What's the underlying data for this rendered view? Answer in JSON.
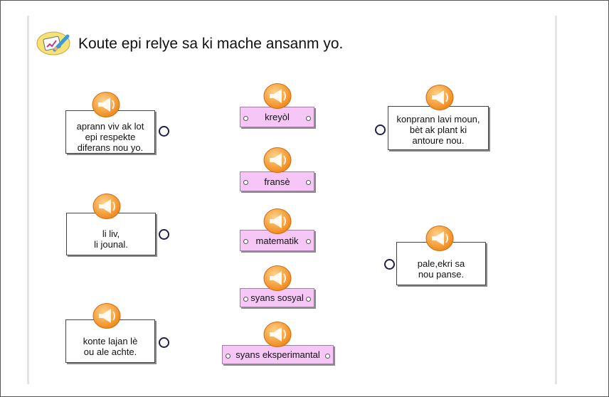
{
  "instruction": "Koute epi relye sa ki mache ansanm yo.",
  "left_items": [
    {
      "text": "aprann viv ak lot\nepi respekte\ndiferans nou yo."
    },
    {
      "text": "li liv,\nli jounal."
    },
    {
      "text": "konte lajan lè\nou ale achte."
    }
  ],
  "middle_items": [
    {
      "text": "kreyòl"
    },
    {
      "text": "fransè"
    },
    {
      "text": "matematik"
    },
    {
      "text": "syans sosyal"
    },
    {
      "text": "syans eksperimantal"
    }
  ],
  "right_items": [
    {
      "text": "konprann lavi moun,\nbèt ak plant ki\nantoure nou."
    },
    {
      "text": "pale,ekri sa\nnou panse."
    }
  ],
  "icons": {
    "title": "pencil-sheet-icon",
    "audio": "speaker-icon"
  },
  "colors": {
    "pill_fill": "#f6c6f6",
    "speaker_orange": "#f08a1c",
    "connector": "#1f1f4a"
  }
}
